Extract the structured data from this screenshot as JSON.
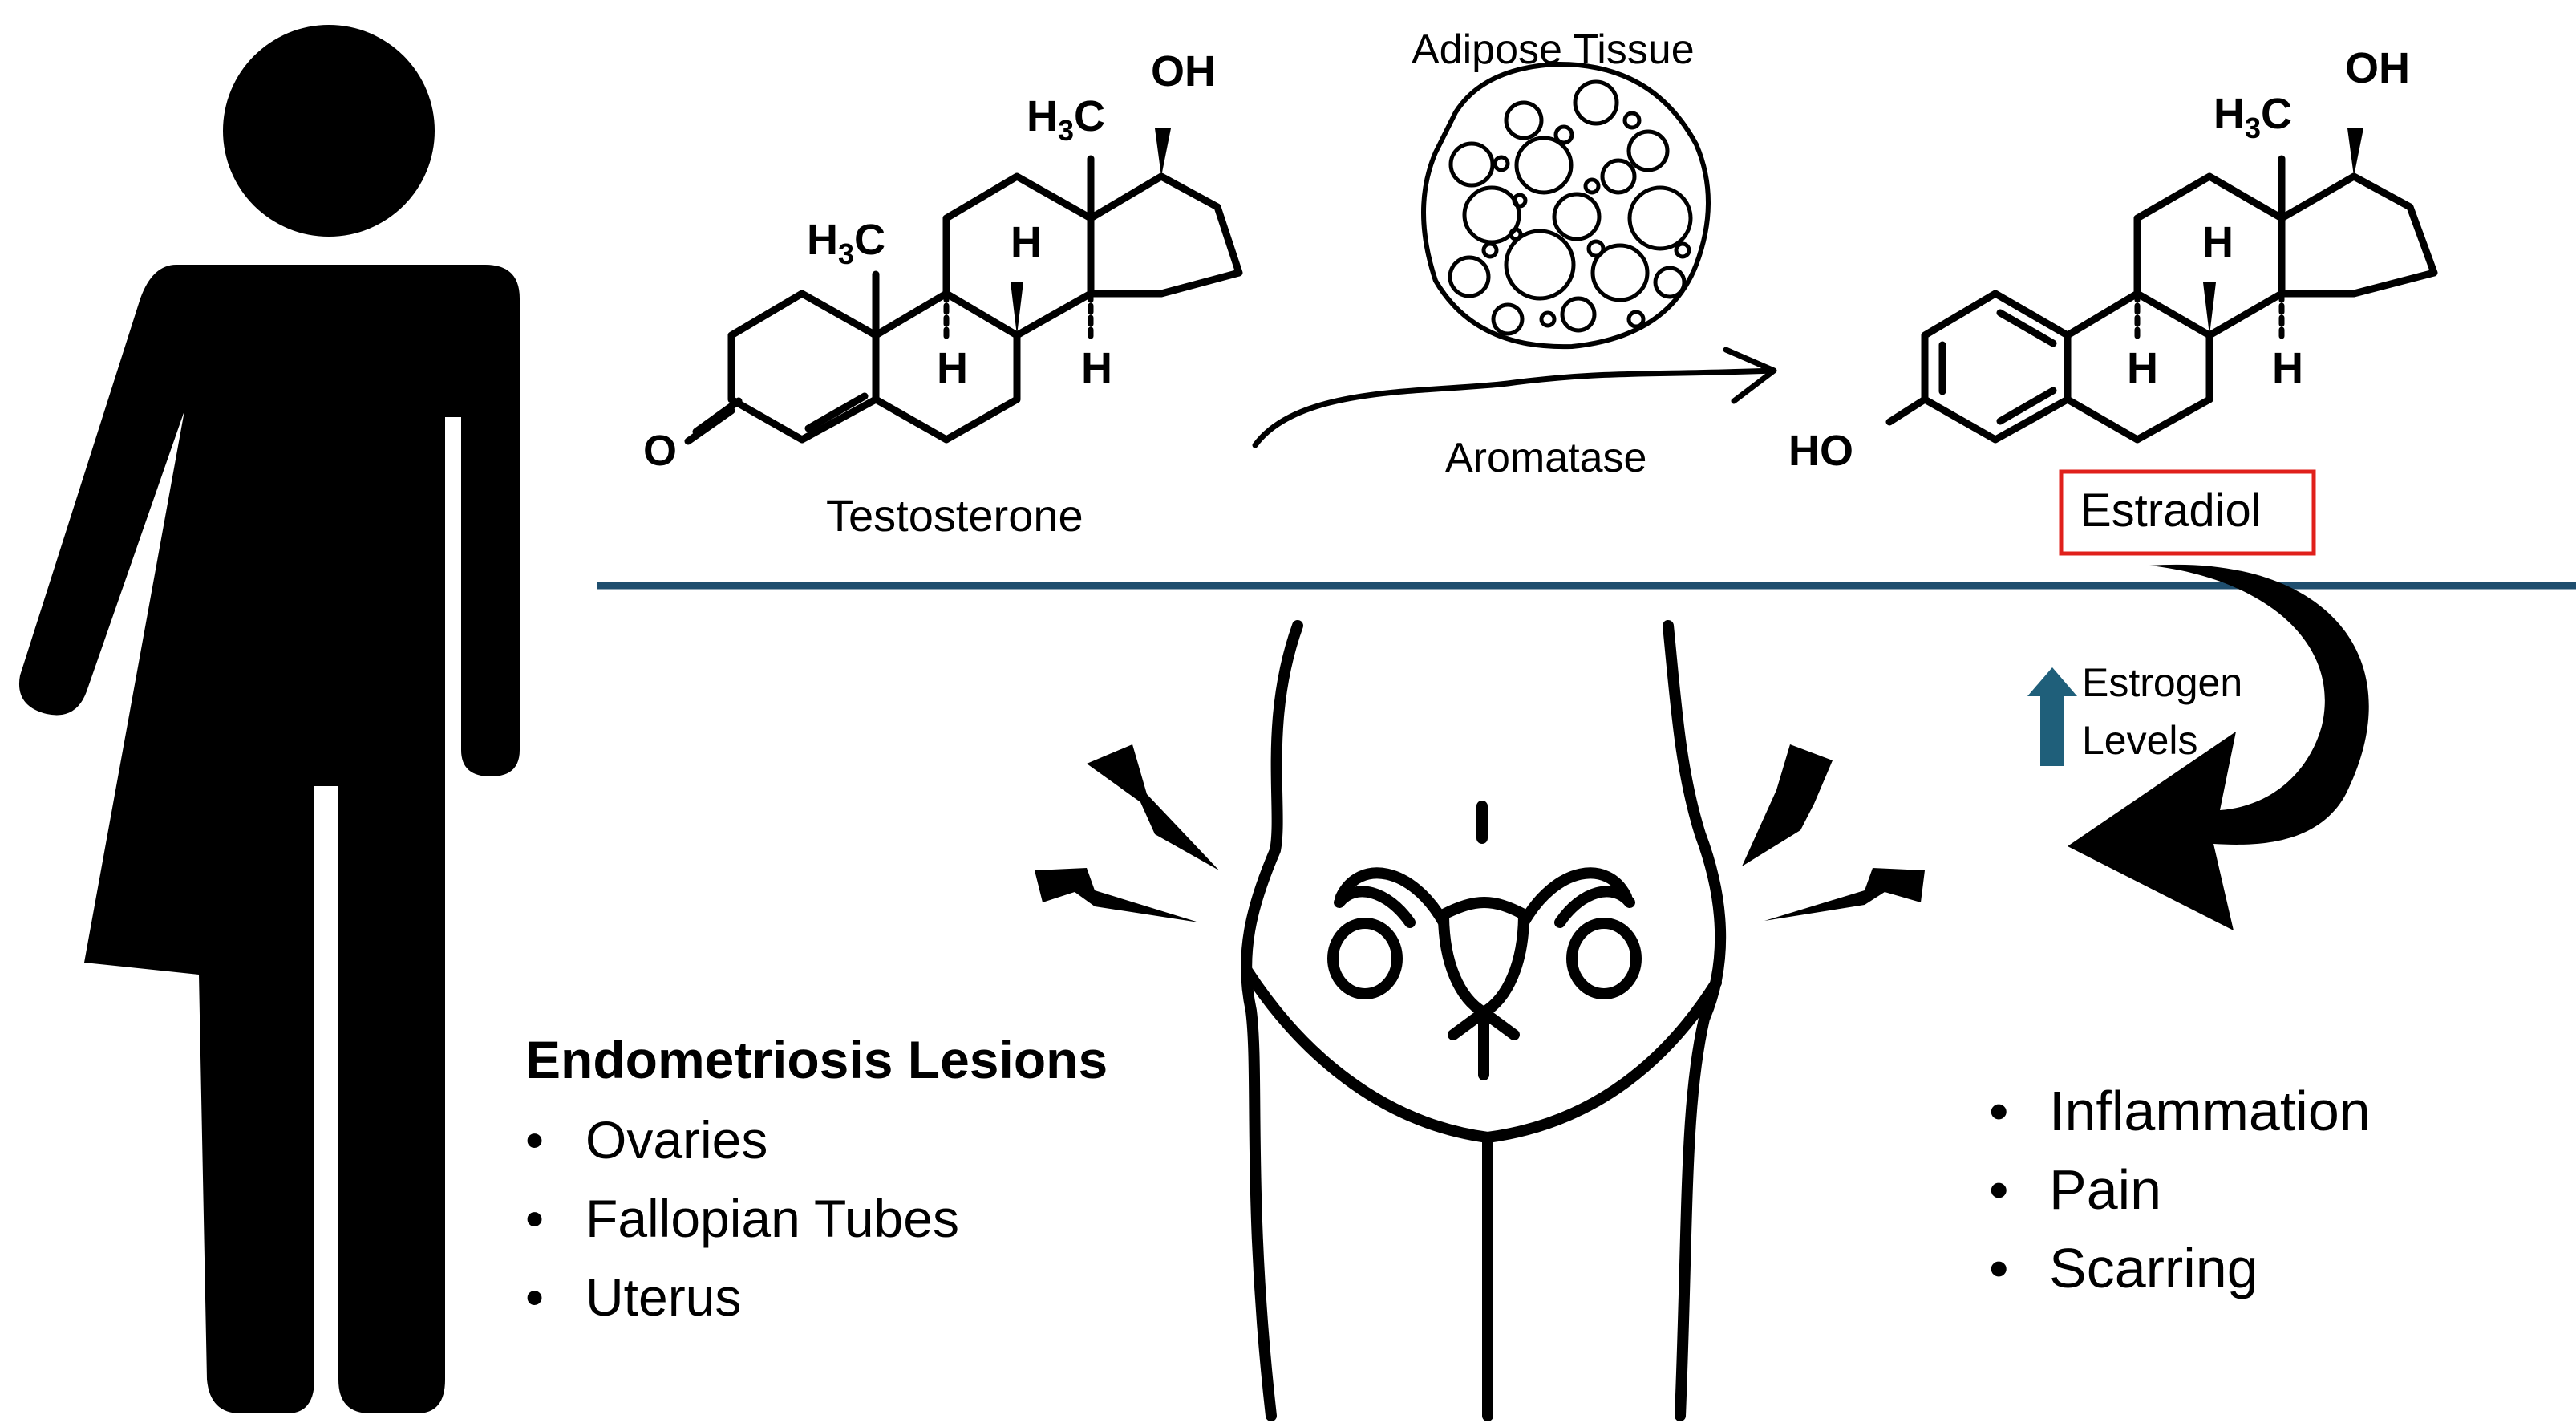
{
  "synthesis": {
    "substrate_label": "Testosterone",
    "tissue_label": "Adipose Tissue",
    "enzyme_label": "Aromatase",
    "product_label": "Estradiol"
  },
  "chem_labels": {
    "oh": "OH",
    "ho": "HO",
    "oxo": "O",
    "h": "H",
    "methyl_h": "H",
    "methyl_sub": "3",
    "methyl_c": "C"
  },
  "effect": {
    "line1": "Estrogen",
    "line2": "Levels"
  },
  "lesions": {
    "title": "Endometriosis Lesions",
    "items": [
      "Ovaries",
      "Fallopian Tubes",
      "Uterus"
    ]
  },
  "symptoms": {
    "items": [
      "Inflammation",
      "Pain",
      "Scarring"
    ]
  },
  "bullet_char": "•",
  "colors": {
    "divider": "#1f4e6e",
    "up_arrow": "#1f5f7a",
    "highlight_box": "#e0201b",
    "ink": "#000000"
  },
  "icons": [
    "person-skirt-icon",
    "adipose-cell-icon",
    "pelvis-uterus-icon",
    "lightning-icon",
    "curved-arrow-icon",
    "up-arrow-icon"
  ]
}
